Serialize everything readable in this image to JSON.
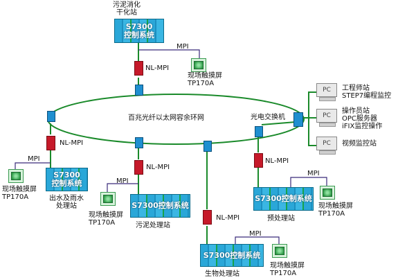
{
  "colors": {
    "ring": "#1a8a2a",
    "mpi_line": "#3a2a7a",
    "converter": "#c61a2a",
    "node": "#1f8fd0"
  },
  "ring_label": "百兆光纤以太网容余环网",
  "switch_label": "光电交换机",
  "top_station": {
    "name_line1": "污泥消化",
    "name_line2": "干化站",
    "plc_line1": "S7300",
    "plc_line2": "控制系统",
    "mpi": "MPI",
    "nl_mpi": "NL-MPI",
    "hmi_line1": "现场触摸屏",
    "hmi_line2": "TP170A"
  },
  "left_station": {
    "nl_mpi": "NL-MPI",
    "mpi": "MPI",
    "hmi_line1": "现场触摸屏",
    "hmi_line2": "TP170A",
    "plc_line1": "S7300",
    "plc_line2": "控制系统",
    "name_line1": "出水及雨水",
    "name_line2": "处理站"
  },
  "sludge_station": {
    "nl_mpi": "NL-MPI",
    "mpi": "MPI",
    "hmi_line1": "现场触摸屏",
    "hmi_line2": "TP170A",
    "plc": "S7300控制系统",
    "name": "污泥处理站"
  },
  "bio_station": {
    "nl_mpi": "NL-MPI",
    "mpi": "MPI",
    "plc": "S7300控制系统",
    "hmi_line1": "现场触摸屏",
    "hmi_line2": "TP170A",
    "name": "生物处理站"
  },
  "pre_station": {
    "nl_mpi": "NL-MPI",
    "mpi": "MPI",
    "plc": "S7300控制系统",
    "hmi_line1": "现场触摸屏",
    "hmi_line2": "TP170A",
    "name": "预处理站"
  },
  "pcs": [
    {
      "icon": "PC",
      "line1": "工程师站",
      "line2": "STEP7编程监控",
      "line3": ""
    },
    {
      "icon": "PC",
      "line1": "操作员站",
      "line2": "OPC服务器",
      "line3": "iFIX监控操作"
    },
    {
      "icon": "PC",
      "line1": "视频监控站",
      "line2": "",
      "line3": ""
    }
  ]
}
